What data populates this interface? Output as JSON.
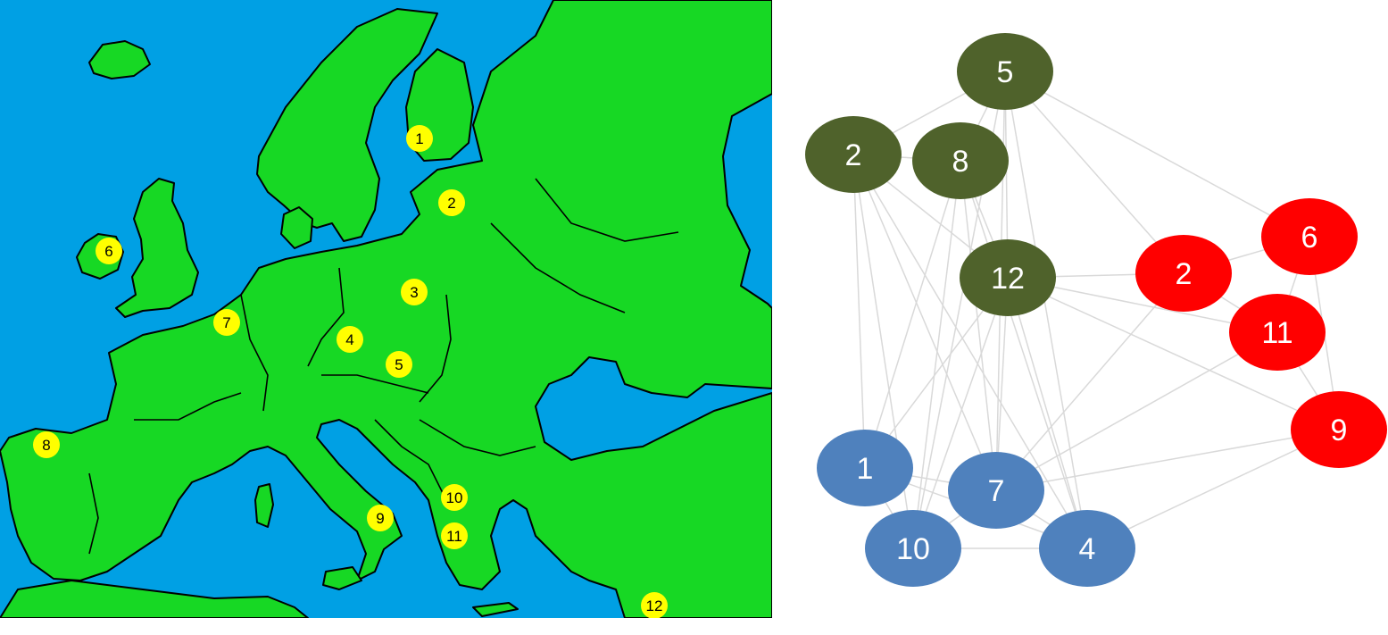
{
  "map": {
    "sea_color": "#00a0e4",
    "land_color": "#17d824",
    "border_color": "#000000",
    "marker_color": "#ffff00",
    "markers": [
      {
        "id": "m1",
        "label": "1"
      },
      {
        "id": "m2",
        "label": "2"
      },
      {
        "id": "m3",
        "label": "3"
      },
      {
        "id": "m4",
        "label": "4"
      },
      {
        "id": "m5",
        "label": "5"
      },
      {
        "id": "m6",
        "label": "6"
      },
      {
        "id": "m7",
        "label": "7"
      },
      {
        "id": "m8",
        "label": "8"
      },
      {
        "id": "m9",
        "label": "9"
      },
      {
        "id": "m10",
        "label": "10"
      },
      {
        "id": "m11",
        "label": "11"
      },
      {
        "id": "m12",
        "label": "12"
      }
    ]
  },
  "graph": {
    "edge_color": "#d9d9d9",
    "groups": [
      {
        "name": "olive",
        "color": "#4f622b"
      },
      {
        "name": "red",
        "color": "#ff0000"
      },
      {
        "name": "blue",
        "color": "#4f81bd"
      }
    ],
    "nodes": [
      {
        "id": "g5",
        "label": "5",
        "group": "olive"
      },
      {
        "id": "g2",
        "label": "2",
        "group": "olive"
      },
      {
        "id": "g8",
        "label": "8",
        "group": "olive"
      },
      {
        "id": "g12",
        "label": "12",
        "group": "olive"
      },
      {
        "id": "r2",
        "label": "2",
        "group": "red"
      },
      {
        "id": "r6",
        "label": "6",
        "group": "red"
      },
      {
        "id": "r11",
        "label": "11",
        "group": "red"
      },
      {
        "id": "r9",
        "label": "9",
        "group": "red"
      },
      {
        "id": "b1",
        "label": "1",
        "group": "blue"
      },
      {
        "id": "b7",
        "label": "7",
        "group": "blue"
      },
      {
        "id": "b10",
        "label": "10",
        "group": "blue"
      },
      {
        "id": "b4",
        "label": "4",
        "group": "blue"
      }
    ],
    "edges": [
      [
        "g2",
        "g5"
      ],
      [
        "g2",
        "g8"
      ],
      [
        "g2",
        "g12"
      ],
      [
        "g2",
        "b1"
      ],
      [
        "g2",
        "b7"
      ],
      [
        "g2",
        "b10"
      ],
      [
        "g2",
        "b4"
      ],
      [
        "g5",
        "g8"
      ],
      [
        "g5",
        "g12"
      ],
      [
        "g5",
        "r2"
      ],
      [
        "g5",
        "r6"
      ],
      [
        "g5",
        "b7"
      ],
      [
        "g5",
        "b4"
      ],
      [
        "g5",
        "b10"
      ],
      [
        "g8",
        "g12"
      ],
      [
        "g8",
        "b1"
      ],
      [
        "g8",
        "b7"
      ],
      [
        "g8",
        "b4"
      ],
      [
        "g8",
        "b10"
      ],
      [
        "g12",
        "r2"
      ],
      [
        "g12",
        "r11"
      ],
      [
        "g12",
        "r9"
      ],
      [
        "g12",
        "b1"
      ],
      [
        "g12",
        "b7"
      ],
      [
        "g12",
        "b4"
      ],
      [
        "g12",
        "b10"
      ],
      [
        "r2",
        "r6"
      ],
      [
        "r2",
        "r11"
      ],
      [
        "r2",
        "b7"
      ],
      [
        "r6",
        "r11"
      ],
      [
        "r6",
        "r9"
      ],
      [
        "r11",
        "r9"
      ],
      [
        "r11",
        "b7"
      ],
      [
        "r9",
        "b7"
      ],
      [
        "r9",
        "b4"
      ],
      [
        "b1",
        "b7"
      ],
      [
        "b1",
        "b10"
      ],
      [
        "b1",
        "b4"
      ],
      [
        "b7",
        "b10"
      ],
      [
        "b7",
        "b4"
      ],
      [
        "b10",
        "b4"
      ]
    ]
  }
}
